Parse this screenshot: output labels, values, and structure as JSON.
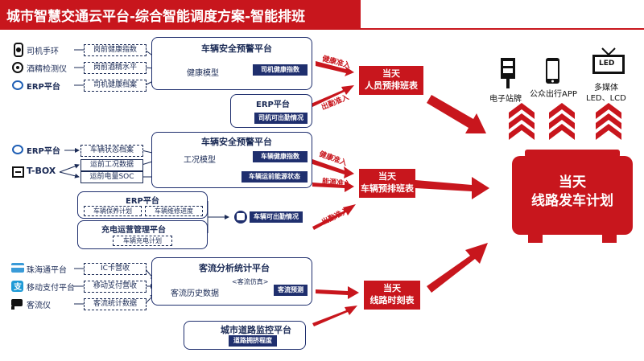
{
  "title": "城市智慧交通云平台-综合智能调度方案-智能排班",
  "sources": {
    "driver_band": "司机手环",
    "alcohol": "酒精检测仪",
    "erp1": "ERP平台",
    "erp2": "ERP平台",
    "tbox": "T-BOX",
    "zhuhai": "珠海通平台",
    "mobile_pay": "移动支付平台",
    "counter": "客流仪"
  },
  "data_boxes": {
    "health_index": "岗前健康指数",
    "alcohol_level": "岗前酒精水平",
    "driver_health_file": "司机健康档案",
    "vehicle_file": "车辆状态档案",
    "run_condition": "运前工况数据",
    "battery_soc": "运前电量SOC",
    "ic_card": "IC卡营收",
    "mobile_income": "移动支付营收",
    "passenger_stats": "客流统计数据"
  },
  "platforms": {
    "safety1": {
      "title": "车辆安全预警平台",
      "model": "健康模型",
      "tag": "司机健康指数"
    },
    "erp_att": {
      "title": "ERP平台",
      "tag": "司机可出勤情况"
    },
    "safety2": {
      "title": "车辆安全预警平台",
      "model": "工况模型",
      "tag1": "车辆健康指数",
      "tag2": "车辆运前能源状态"
    },
    "erp3": {
      "title": "ERP平台",
      "item1": "车辆保养计划",
      "item2": "车辆维修进度"
    },
    "charging": {
      "title": "充电运营管理平台",
      "item": "车辆充电计划"
    },
    "vehicle_att": "车辆可出勤情况",
    "flow": {
      "title": "客流分析统计平台",
      "model": "客流历史数据",
      "sim": "<客流仿真>",
      "tag": "客流预测"
    },
    "road": {
      "title": "城市道路监控平台",
      "tag": "道路拥挤程度"
    }
  },
  "arrow_labels": {
    "health_in1": "健康准入",
    "attend_in1": "出勤准入",
    "health_in2": "健康准入",
    "energy_in": "能源准入",
    "attend_in2": "出勤准入"
  },
  "outputs": {
    "staff": [
      "当天",
      "人员预排班表"
    ],
    "vehicle": [
      "当天",
      "车辆预排班表"
    ],
    "timetable": [
      "当天",
      "线路时刻表"
    ],
    "final": [
      "当天",
      "线路发车计划"
    ]
  },
  "display_channels": {
    "stop_sign": "电子站牌",
    "app": "公众出行APP",
    "media_line1": "多媒体",
    "media_line2": "LED、LCD",
    "led_sign": "LED"
  },
  "colors": {
    "red": "#c8161d",
    "navy": "#1f2f6e"
  }
}
